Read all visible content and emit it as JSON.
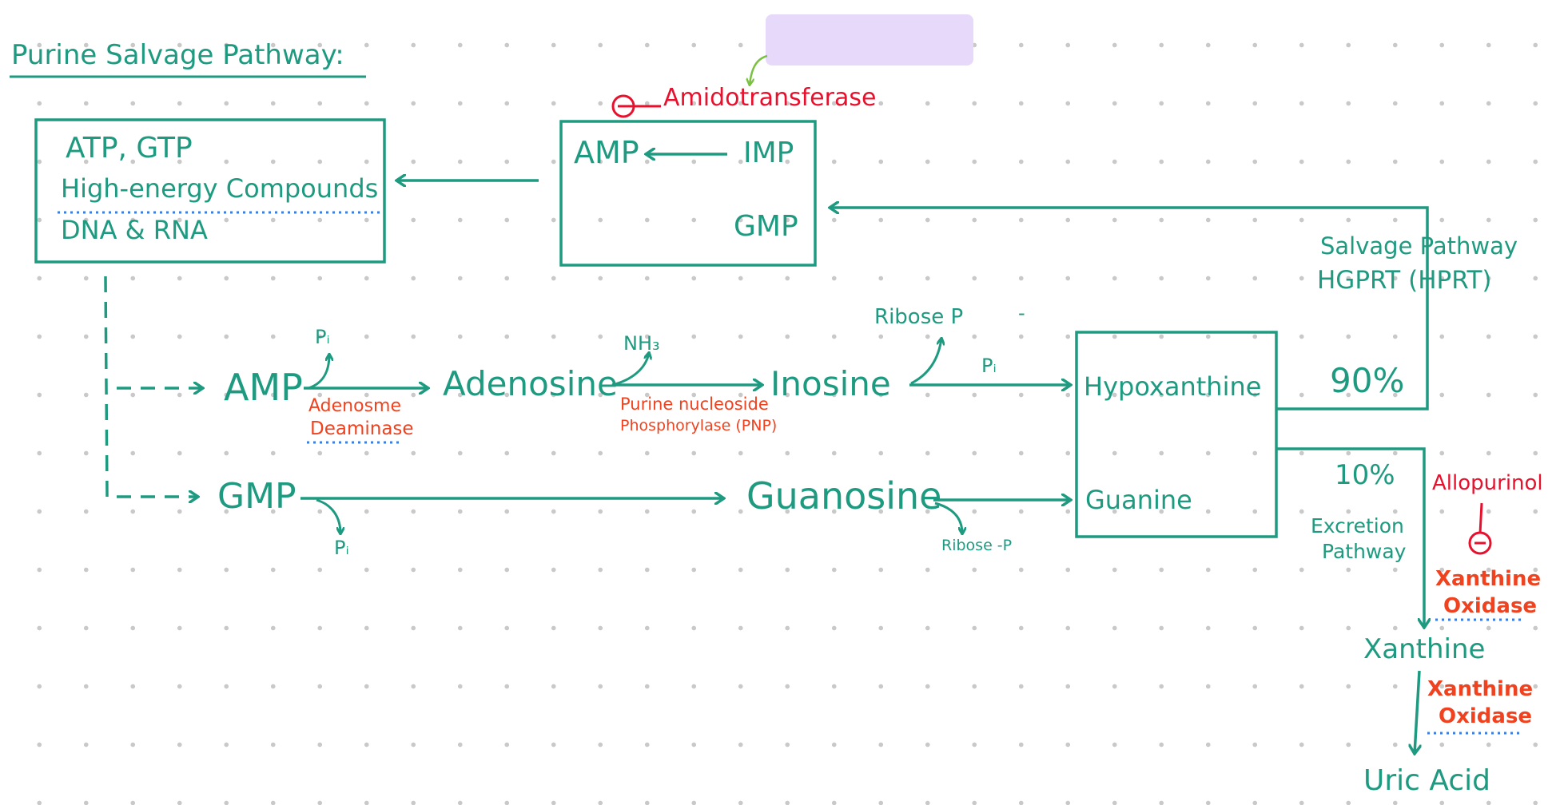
{
  "title": "Purine Salvage Pathway:",
  "enzyme_top": "Amidotransferase",
  "inhibit_symbol": "−",
  "box_energy": {
    "line1": "ATP, GTP",
    "line2": "High-energy Compounds",
    "line3": "DNA & RNA"
  },
  "box_nucleotides": {
    "amp": "AMP",
    "imp": "IMP",
    "gmp": "GMP"
  },
  "salvage": {
    "line1": "Salvage Pathway",
    "line2": "HGPRT (HPRT)"
  },
  "row1": {
    "amp": "AMP",
    "pi": "Pᵢ",
    "enzyme1_line1": "Adenosme",
    "enzyme1_line2": "Deaminase",
    "adenosine": "Adenosine",
    "nh3": "NH₃",
    "enzyme2_line1": "Purine nucleoside",
    "enzyme2_line2": "Phosphorylase (PNP)",
    "inosine": "Inosine",
    "ribose_p": "Ribose P",
    "pi2": "Pᵢ",
    "dash": "-"
  },
  "row2": {
    "gmp": "GMP",
    "pi": "Pᵢ",
    "guanosine": "Guanosine",
    "ribose_p": "Ribose -P"
  },
  "box_bases": {
    "hypoxanthine": "Hypoxanthine",
    "guanine": "Guanine"
  },
  "pct_salvage": "90%",
  "pct_excretion": "10%",
  "excretion": {
    "line1": "Excretion",
    "line2": "Pathway"
  },
  "allopurinol": "Allopurinol",
  "xo1": {
    "line1": "Xanthine",
    "line2": "Oxidase"
  },
  "xanthine": "Xanthine",
  "xo2": {
    "line1": "Xanthine",
    "line2": "Oxidase"
  },
  "uric_acid": "Uric Acid",
  "colors": {
    "ink": "#1e9a80",
    "enzyme": "#f0421f",
    "inhibit": "#e8112d",
    "highlight": "#e6d9fa",
    "underline": "#3b7fe0",
    "arrow_small": "#7ac143"
  }
}
